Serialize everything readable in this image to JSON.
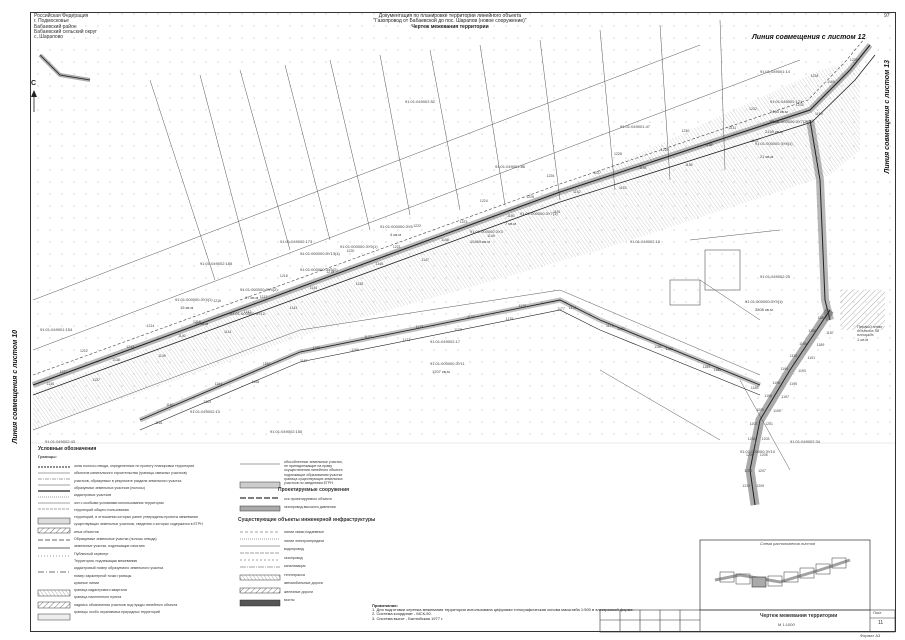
{
  "header": {
    "line1": "Документация по планировке территории линейного объекта",
    "line2": "\"Газопровод от Бабаевской до пос. Шарапов (новое сооружение)\"",
    "line3": "Чертеж межевания территории"
  },
  "top_left": {
    "lines": [
      "Российская Федерация",
      "г. Подмосковье",
      "Бабаевский район",
      "Бабаевский сельский округ",
      "с. Шарапово"
    ]
  },
  "sheet_number_top": "97",
  "match_lines": {
    "top_right": "Линия совмещения с листом 12",
    "right_vertical": "Линия совмещения с листом 13",
    "left_vertical": "Линия совмещения с листом 10"
  },
  "north_label": "С",
  "parcel_labels": [
    "91:01:049001:14",
    "91:01:049002:121",
    "91:01:049001:47",
    "91:01:049002:52",
    "91:01:049001:86",
    "91:01:049002:173",
    "91:01:049002:185",
    "91:01:049002:18",
    "91:01:049001:154",
    "91:01:049002:17",
    "91:01:049002:14",
    "91:01:049002:150",
    "91:01:049002:43",
    "91:01:049002:34",
    "91:01:049002:25",
    "91:01:000000:ЗУ3"
  ],
  "zu_labels": [
    "91:01:000000:ЗУ4(1)",
    "91:01:000000:ЗУ4(2)",
    "91:01:000000:ЗУ5(1)",
    "91:01:000000:ЗУ5(2)",
    "91:01:000000:ЗУ6",
    "91:01:000000:ЗУ7(1)",
    "91:01:000000:ЗУ7(2)",
    "91:01:000000:ЗУ8(1)",
    "91:01:000000:ЗУ9(1)",
    "91:01:000000:ЗУ10",
    "91:01:000000:ЗУ11",
    "91:01:000000:ЗУ12",
    "91:01:000000:ЗУ13(1)"
  ],
  "area_labels": [
    "10469 кв.м",
    "2139 кв.м",
    "2160 кв.м",
    "3808 кв.м",
    "1207 кв.м",
    "7 кв.м",
    "4 кв.м",
    "15 кв.м",
    "17 кв.м",
    "19 кв.м",
    "21 кв.м"
  ],
  "point_numbers": [
    "1136",
    "1137",
    "1138",
    "1139",
    "1140",
    "1141",
    "1142",
    "1143",
    "1144",
    "1145",
    "1146",
    "1147",
    "1148",
    "1149",
    "1150",
    "1151",
    "1152",
    "1153",
    "1154",
    "1155",
    "1156",
    "1157",
    "1158",
    "1159",
    "1160",
    "1161",
    "1162",
    "1163",
    "1164",
    "1165",
    "1166",
    "1167",
    "1168",
    "1169",
    "1170",
    "1171",
    "1172",
    "1173",
    "1174",
    "1175",
    "1176",
    "1177",
    "1178",
    "1179",
    "1180",
    "1181",
    "1182",
    "1183",
    "1184",
    "1185",
    "1186",
    "1187",
    "1188",
    "1189",
    "1190",
    "1191",
    "1192",
    "1193",
    "1194",
    "1195",
    "1196",
    "1197",
    "1198",
    "1199",
    "1200",
    "1201",
    "1202",
    "1203",
    "1204",
    "1205",
    "1206",
    "1207",
    "1208",
    "1209",
    "1210",
    "1211",
    "1212",
    "1213",
    "1214",
    "1215",
    "1216",
    "1217",
    "1218",
    "1219",
    "1220",
    "1221",
    "1222",
    "1223",
    "1224",
    "1225",
    "1226",
    "1227",
    "1228",
    "1229",
    "1230",
    "1231",
    "1232",
    "1233",
    "1234",
    "1235"
  ],
  "right_annotation": {
    "lines": [
      "Первый этап",
      "объекта 58",
      "площадь",
      "1 кв.м"
    ]
  },
  "legend": {
    "title": "Условные обозначения",
    "subtitle": "Границы:",
    "left_items": [
      "зоны полосы отвода, определенные по проекту планировки территории",
      "объектов капитального строительства (границы смежных участков)",
      "участков, образуемых в результате раздела земельного участка",
      "образуемых земельных участков (полосы)",
      "кадастровых участков",
      "зон с особыми условиями использования территории",
      "территорий общего пользования",
      "территорий, в отношении которых ранее утверждены проекты межевания",
      "существующих земельных участков, сведения о которых содержатся в ЕГРН",
      "иных объектов",
      "Образуемые земельные участки (полосы отвода)",
      "земельные участки, подлежащие изъятию",
      "Публичный сервитут",
      "Территория, подлежащая межеванию",
      "кадастровый номер образуемого земельного участка",
      "номер характерной точки границы",
      "красные линии",
      "граница кадастрового квартала",
      "граница населенного пункта",
      "надпись обозначения участков под нужды линейного объекта",
      "границы особо охраняемых природных территорий"
    ],
    "mid_items": [
      "обособленные земельные участки,",
      "не принадлежащие на праву",
      "осуществления линейного объекта",
      "подлежащие образованию участки",
      "граница существующих земельных",
      "участков по сведениям ЕГРН"
    ],
    "mid_title": "Проектируемые сооружения",
    "mid_title_items": [
      "ось проектируемого объекта",
      "газопровод высокого давления"
    ],
    "infra_title": "Существующие объекты инженерной инфраструктуры",
    "infra_items": [
      "линии связи подземные",
      "линии электропередачи",
      "водопровод",
      "газопровод",
      "канализация",
      "теплотрасса",
      "автомобильные дороги",
      "железные дороги",
      "мосты"
    ]
  },
  "notes": {
    "title": "Примечания:",
    "items": [
      "1. Для подготовки чертежа межевания территории использована цифровая топографическая основа масштаба 1:500 в электронной форме.",
      "2. Система координат - МСК-50.",
      "3. Система высот - Балтийская 1977 г."
    ]
  },
  "title_block": {
    "sheet_label": "Лист",
    "sheet_value": "11",
    "drawing_title": "Чертеж межевания территории",
    "scale": "М 1:1000",
    "format": "Формат А3"
  },
  "key_map_title": "Схема расположения листов"
}
